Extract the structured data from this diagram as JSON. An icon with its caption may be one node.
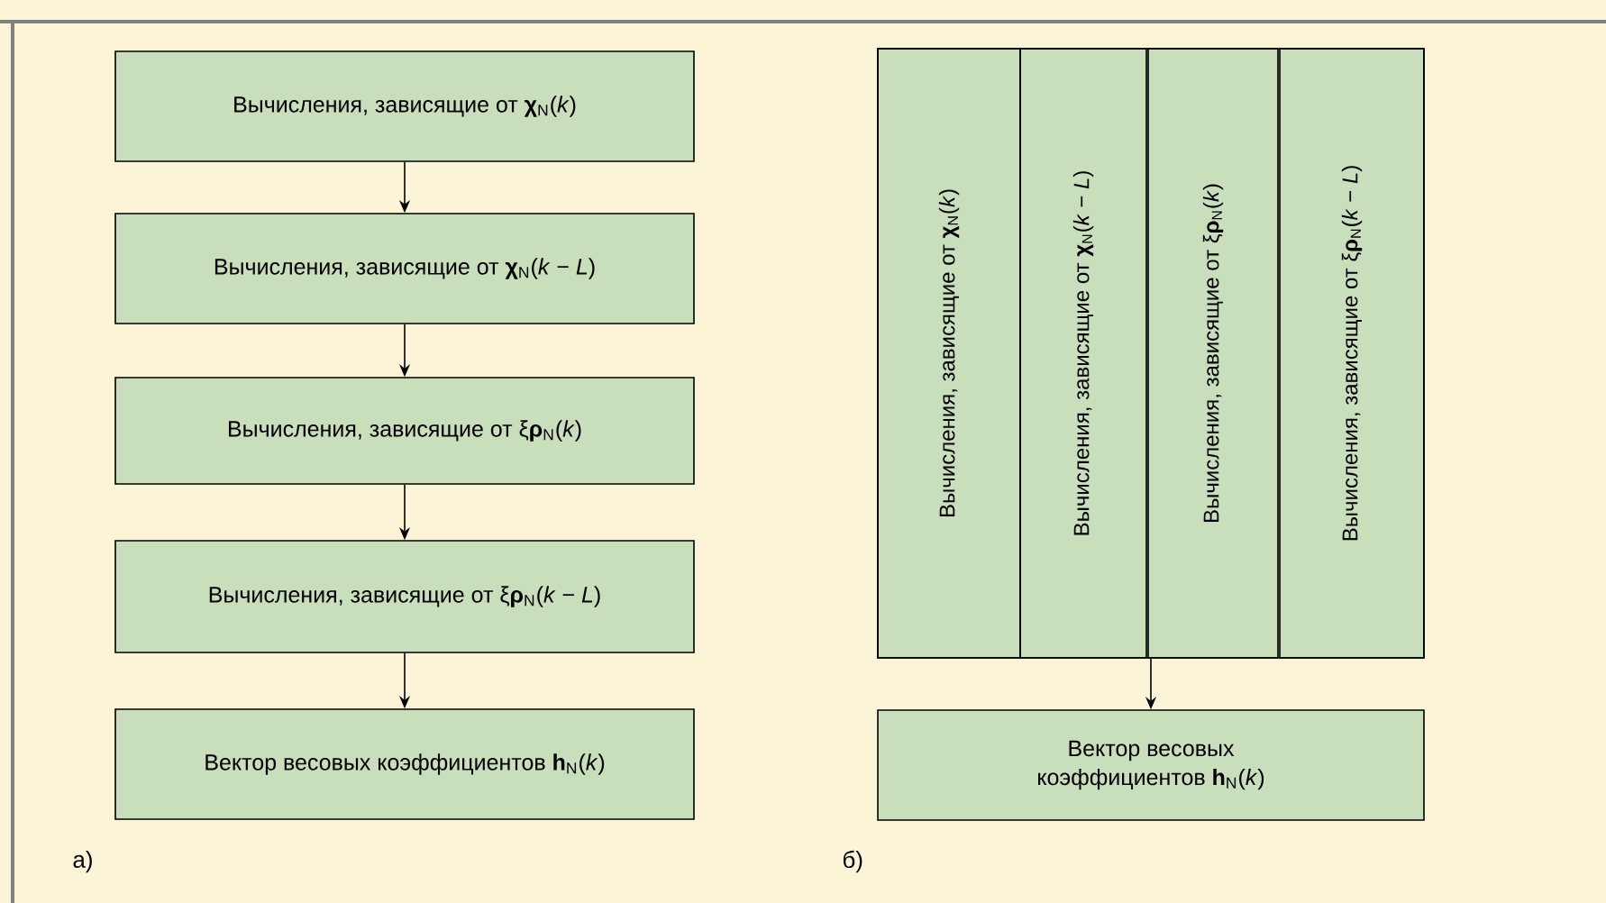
{
  "diagram": {
    "nodes": [
      {
        "text": [
          "Вычисления, зависящие от **χ**$_{N}$(*k*)"
        ]
      },
      {
        "text": [
          "Вычисления, зависящие от **χ**$_{N}$(*k* − *L*)"
        ]
      },
      {
        "text": [
          "Вычисления, зависящие от ξ**ρ**$_{N}$(*k*)"
        ]
      },
      {
        "text": [
          "Вычисления, зависящие от ξ**ρ**$_{N}$(*k* − *L*)"
        ]
      },
      {
        "text": [
          "Вектор весовых коэффициентов **h**$_{N}$(*k*)"
        ]
      },
      {
        "text": [],
        "shape": "box"
      },
      {
        "text": [
          "Вычисления, зависящие от **χ**$_{N}$(*k*)"
        ],
        "in": 5
      },
      {
        "text": [
          "Вычисления, зависящие от **χ**$_{N}$(*k* − *L*)"
        ],
        "in": 5
      },
      {
        "text": [
          "Вычисления, зависящие от ξ**ρ**$_{N}$(*k*)"
        ],
        "in": 5
      },
      {
        "text": [
          "Вычисления, зависящие от ξ**ρ**$_{N}$(*k* − *L*)"
        ],
        "in": 5
      },
      {
        "text": [
          "Вектор весовых коэффициентов **h**$_{N}$(*k*)"
        ]
      }
    ],
    "edges": [
      {
        "from": 0,
        "to": 1,
        "arrow": "to"
      },
      {
        "from": 1,
        "to": 2,
        "arrow": "to"
      },
      {
        "from": 2,
        "to": 3,
        "arrow": "to"
      },
      {
        "from": 3,
        "to": 4,
        "arrow": "to"
      },
      {
        "from": 5,
        "to": 10,
        "arrow": "to"
      }
    ],
    "labels": [
      "а)",
      "б)"
    ]
  }
}
